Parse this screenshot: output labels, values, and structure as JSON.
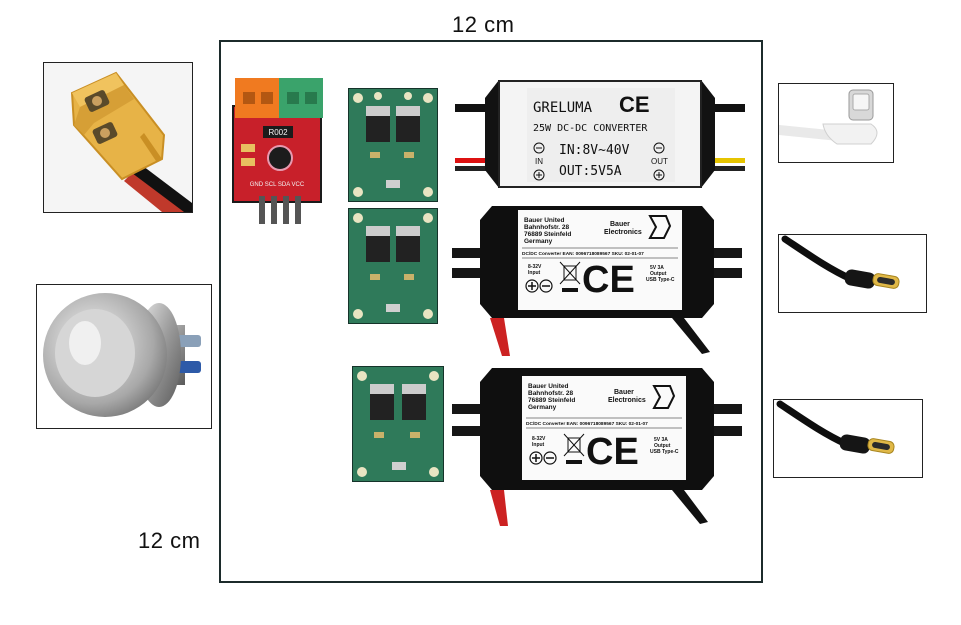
{
  "dimensions": {
    "width_label": "12 cm",
    "height_label": "12 cm"
  },
  "greluma": {
    "brand": "GRELUMA",
    "mark": "CE",
    "rating": "25W  DC-DC CONVERTER",
    "input": "IN:8V~40V",
    "output": "OUT:5V5A",
    "in_label": "IN",
    "out_label": "OUT"
  },
  "bauer": {
    "address": [
      "Bauer United",
      "Bahnhofstr. 28",
      "76889 Steinfeld",
      "Germany"
    ],
    "logo_text": [
      "Bauer",
      "Electronics"
    ],
    "info_line": "DC/DC Converter  EAN: 0096718089567  SKU: 02-01-07",
    "input_label": [
      "8-32V",
      "Input"
    ],
    "output_label": [
      "5V 3A",
      "Output",
      "USB Type-C"
    ],
    "ce_mark": "CE"
  },
  "sensor_board": {
    "chip_label": "R002",
    "pins": "GND SCL SDA VCC"
  },
  "colors": {
    "frame": "#1c2b2b",
    "pcb_green": "#2f7a5a",
    "pcb_red": "#c8202a",
    "xt60_yellow": "#e7b347",
    "terminal_orange": "#f07a20",
    "terminal_green": "#3aa36b"
  },
  "icons": {
    "xt60": "xt60-connector-icon",
    "push_button": "push-button-icon",
    "usbc_angle": "usb-c-angled-cable-icon",
    "usbc_straight": "usb-c-cable-icon"
  }
}
